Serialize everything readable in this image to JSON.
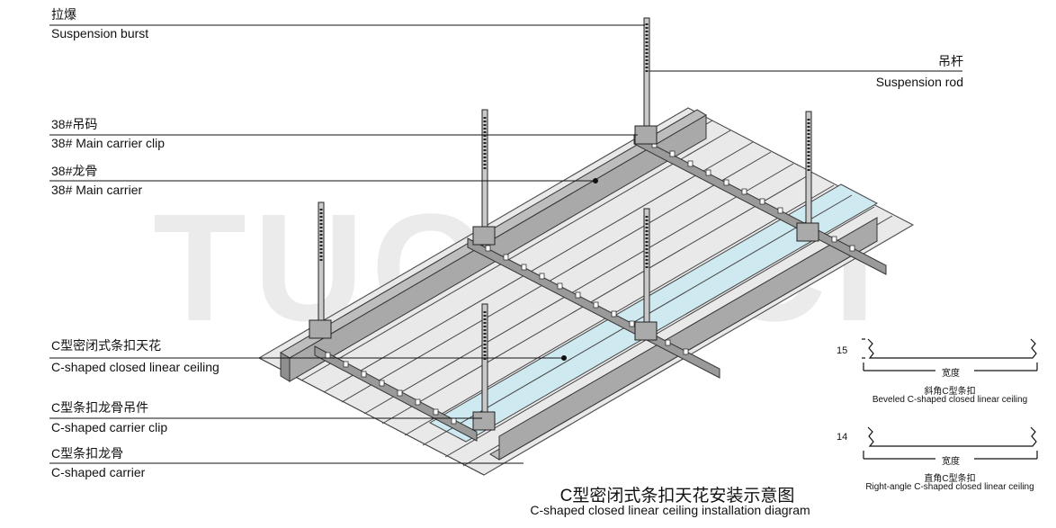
{
  "watermark": "TUOPSCI",
  "callouts": {
    "suspension_burst": {
      "cn": "拉爆",
      "en": "Suspension burst"
    },
    "suspension_rod": {
      "cn": "吊杆",
      "en": "Suspension rod"
    },
    "main_carrier_clip": {
      "cn": "38#吊码",
      "en": "38# Main carrier clip"
    },
    "main_carrier": {
      "cn": "38#龙骨",
      "en": "38# Main carrier"
    },
    "closed_ceiling": {
      "cn": "C型密闭式条扣天花",
      "en": "C-shaped closed linear ceiling"
    },
    "carrier_clip": {
      "cn": "C型条扣龙骨吊件",
      "en": "C-shaped carrier clip"
    },
    "carrier": {
      "cn": "C型条扣龙骨",
      "en": "C-shaped carrier"
    }
  },
  "profiles": {
    "beveled": {
      "dim": "15",
      "width_label": "宽度",
      "cn": "斜角C型条扣",
      "en": "Beveled C-shaped closed linear ceiling"
    },
    "right_angle": {
      "dim": "14",
      "width_label": "宽度",
      "cn": "直角C型条扣",
      "en": "Right-angle C-shaped closed linear ceiling"
    }
  },
  "title": {
    "cn": "C型密闭式条扣天花安装示意图",
    "en": "C-shaped closed linear ceiling installation diagram"
  }
}
